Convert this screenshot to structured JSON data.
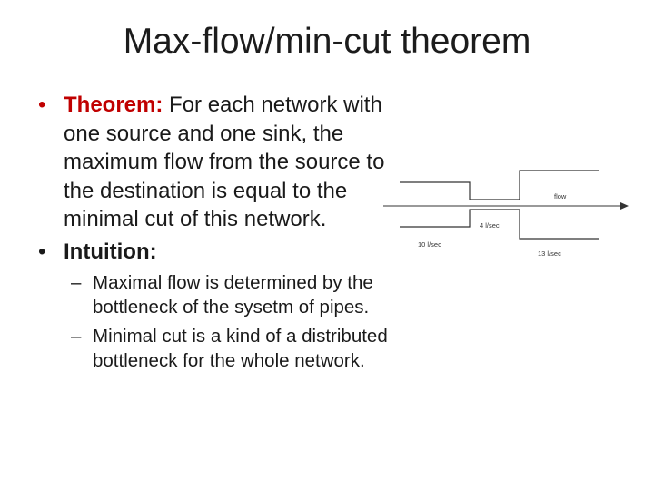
{
  "title": "Max-flow/min-cut theorem",
  "bullets": [
    {
      "keyword": "Theorem:",
      "text": " For each network with one source and one sink, the maximum flow from the source to the destination is equal to the minimal cut of this network."
    },
    {
      "keyword": "Intuition:",
      "sub_bullets": [
        "Maximal flow is determined by the bottleneck of the sysetm of pipes.",
        "Minimal cut is a kind of a distributed bottleneck for the whole network."
      ]
    }
  ],
  "diagram": {
    "flow_label": "flow",
    "pipe_labels": [
      "10 l/sec",
      "4 l/sec",
      "13 l/sec"
    ]
  },
  "colors": {
    "keyword_red": "#c00000",
    "text": "#1a1a1a"
  }
}
